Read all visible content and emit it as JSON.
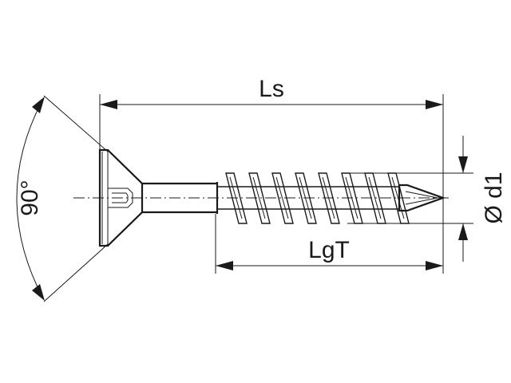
{
  "labels": {
    "shank_length": "Ls",
    "thread_length": "LgT",
    "diameter": "Ø d1",
    "head_angle": "90°"
  },
  "colors": {
    "line": "#1a1a1a",
    "background": "#ffffff"
  }
}
